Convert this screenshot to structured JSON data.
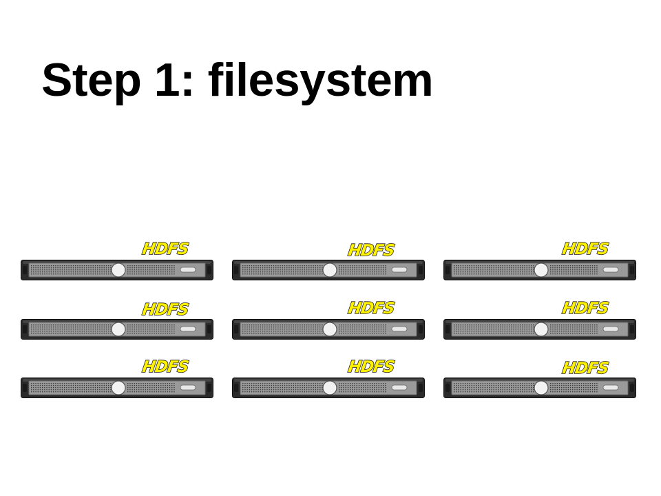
{
  "slide": {
    "title": "Step 1: filesystem"
  },
  "colors": {
    "logo_fill": "#fff200",
    "logo_outline": "#1a1a1a",
    "chassis_dark": "#2b2b2b",
    "panel_gray": "#9a9a9a",
    "power_button": "#f2f2f2"
  },
  "cluster": {
    "rows": 3,
    "columns": 3,
    "nodes": [
      {
        "logo": "HDFS"
      },
      {
        "logo": "HDFS"
      },
      {
        "logo": "HDFS"
      },
      {
        "logo": "HDFS"
      },
      {
        "logo": "HDFS"
      },
      {
        "logo": "HDFS"
      },
      {
        "logo": "HDFS"
      },
      {
        "logo": "HDFS"
      },
      {
        "logo": "HDFS"
      }
    ]
  }
}
